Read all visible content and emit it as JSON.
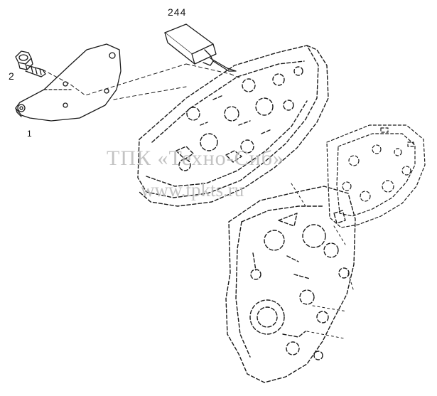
{
  "callouts": {
    "part_244": "244",
    "part_2": "2",
    "part_1": "1"
  },
  "watermark": {
    "line1": "ТПК «Техно-Сиб»",
    "line2": "www.tpkts.ru"
  },
  "colors": {
    "line": "#1a1a1a",
    "watermark": "#b9b9b9",
    "background": "#ffffff"
  }
}
